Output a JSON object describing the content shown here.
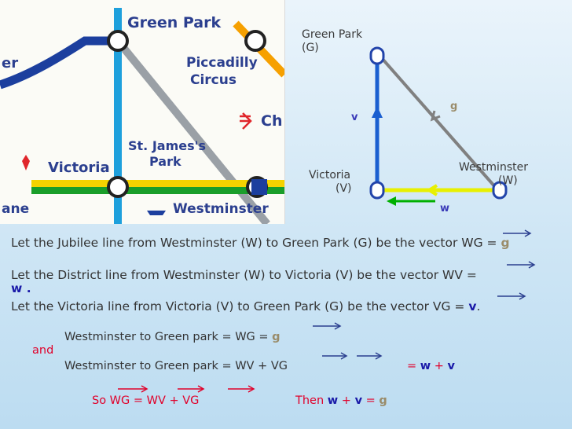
{
  "map": {
    "green_park": "Green Park",
    "piccadilly": "Piccadilly",
    "circus": "Circus",
    "charing": "Ch",
    "st_james": "St. James's",
    "park": "Park",
    "victoria": "Victoria",
    "westminster": "Westminster",
    "left_top": "er",
    "left_bottom": "ane"
  },
  "diagram": {
    "green_park_line1": "Green Park",
    "green_park_line2": "(G)",
    "victoria_line1": "Victoria",
    "victoria_line2": "(V)",
    "westminster_line1": "Westminster",
    "westminster_line2": "(W)",
    "v_label": "v",
    "g_label": "g",
    "w_label": "w"
  },
  "text": {
    "line1_prefix": "Let the Jubilee line from Westminster (W) to  Green Park (G) be the vector WG = ",
    "line1_var": "g",
    "line2_prefix": "Let the District line from Westminster (W) to Victoria (V) be the vector  WV = ",
    "line2_overflow": "w .",
    "line3_prefix": "Let the Victoria line from Victoria (V) to Green Park (G) be the vector VG = ",
    "line3_var": "v",
    "line3_suffix": ".",
    "row1_text": "Westminster to Green park = WG = ",
    "row1_var": "g",
    "and": "and",
    "row2_text": "Westminster to Green park = WV + VG",
    "row2_eq": "= ",
    "row2_w": "w",
    "row2_plus": " + ",
    "row2_v": "v",
    "so_text": "So WG = WV + VG",
    "then_text": "Then ",
    "then_w": "w",
    "then_plus": " + ",
    "then_v": "v",
    "then_eq": " = ",
    "then_g": "g"
  },
  "colors": {
    "v_line": "#1a5fd0",
    "g_line": "#808080",
    "w_line": "#e8f000",
    "w_arrow": "#00b000",
    "node_border": "#2244aa",
    "text_blue": "#1a1aa8",
    "text_red": "#e0002a"
  }
}
